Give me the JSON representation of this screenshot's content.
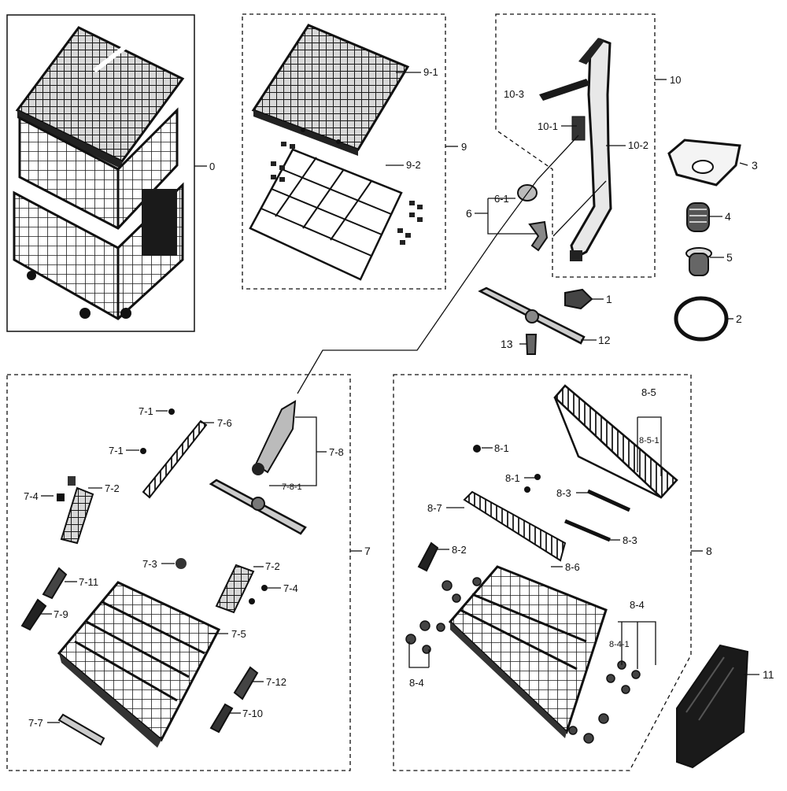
{
  "labels": {
    "p0": "0",
    "p1": "1",
    "p2": "2",
    "p3": "3",
    "p4": "4",
    "p5": "5",
    "p6": "6",
    "p6_1": "6-1",
    "p7": "7",
    "p7_1a": "7-1",
    "p7_1b": "7-1",
    "p7_2a": "7-2",
    "p7_2b": "7-2",
    "p7_3": "7-3",
    "p7_4a": "7-4",
    "p7_4b": "7-4",
    "p7_5": "7-5",
    "p7_6": "7-6",
    "p7_7": "7-7",
    "p7_8": "7-8",
    "p7_8_1": "7-8-1",
    "p7_9": "7-9",
    "p7_10": "7-10",
    "p7_11": "7-11",
    "p7_12": "7-12",
    "p8": "8",
    "p8_1a": "8-1",
    "p8_1b": "8-1",
    "p8_2": "8-2",
    "p8_3a": "8-3",
    "p8_3b": "8-3",
    "p8_4a": "8-4",
    "p8_4b": "8-4",
    "p8_4_1": "8-4-1",
    "p8_5": "8-5",
    "p8_5_1": "8-5-1",
    "p8_6": "8-6",
    "p8_7": "8-7",
    "p9": "9",
    "p9_1": "9-1",
    "p9_2": "9-2",
    "p10": "10",
    "p10_1": "10-1",
    "p10_2": "10-2",
    "p10_3": "10-3",
    "p11": "11",
    "p12": "12",
    "p13": "13"
  },
  "colors": {
    "line": "#111111",
    "part": "#2a2a2a",
    "dark": "#0d0d0d",
    "mid": "#6b6b6b",
    "light": "#bdbdbd"
  }
}
